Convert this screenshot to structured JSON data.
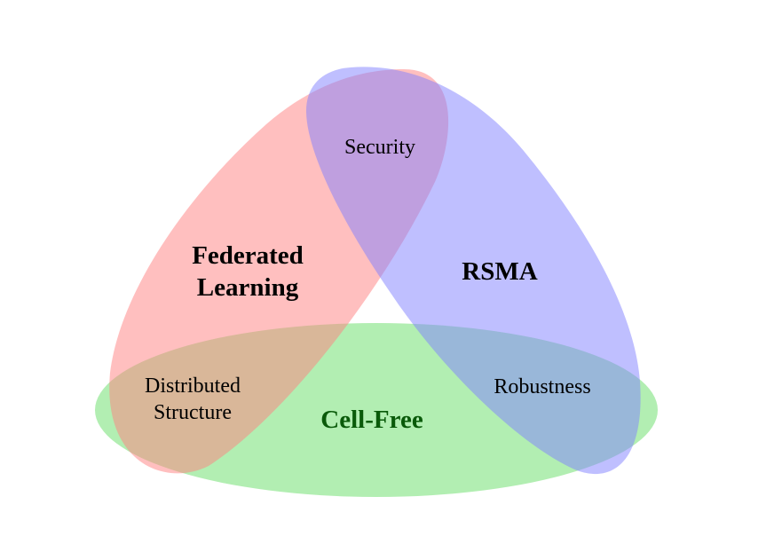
{
  "diagram": {
    "sets": {
      "federated_learning": {
        "label_line1": "Federated",
        "label_line2": "Learning",
        "fill": "#ff8080",
        "text_color": "#000000"
      },
      "rsma": {
        "label": "RSMA",
        "fill": "#8080ff",
        "text_color": "#000000"
      },
      "cell_free": {
        "label": "Cell-Free",
        "fill": "#66dd66",
        "text_color": "#0a5a0a"
      }
    },
    "overlaps": {
      "security": "Security",
      "distributed_line1": "Distributed",
      "distributed_line2": "Structure",
      "robustness": "Robustness"
    }
  }
}
